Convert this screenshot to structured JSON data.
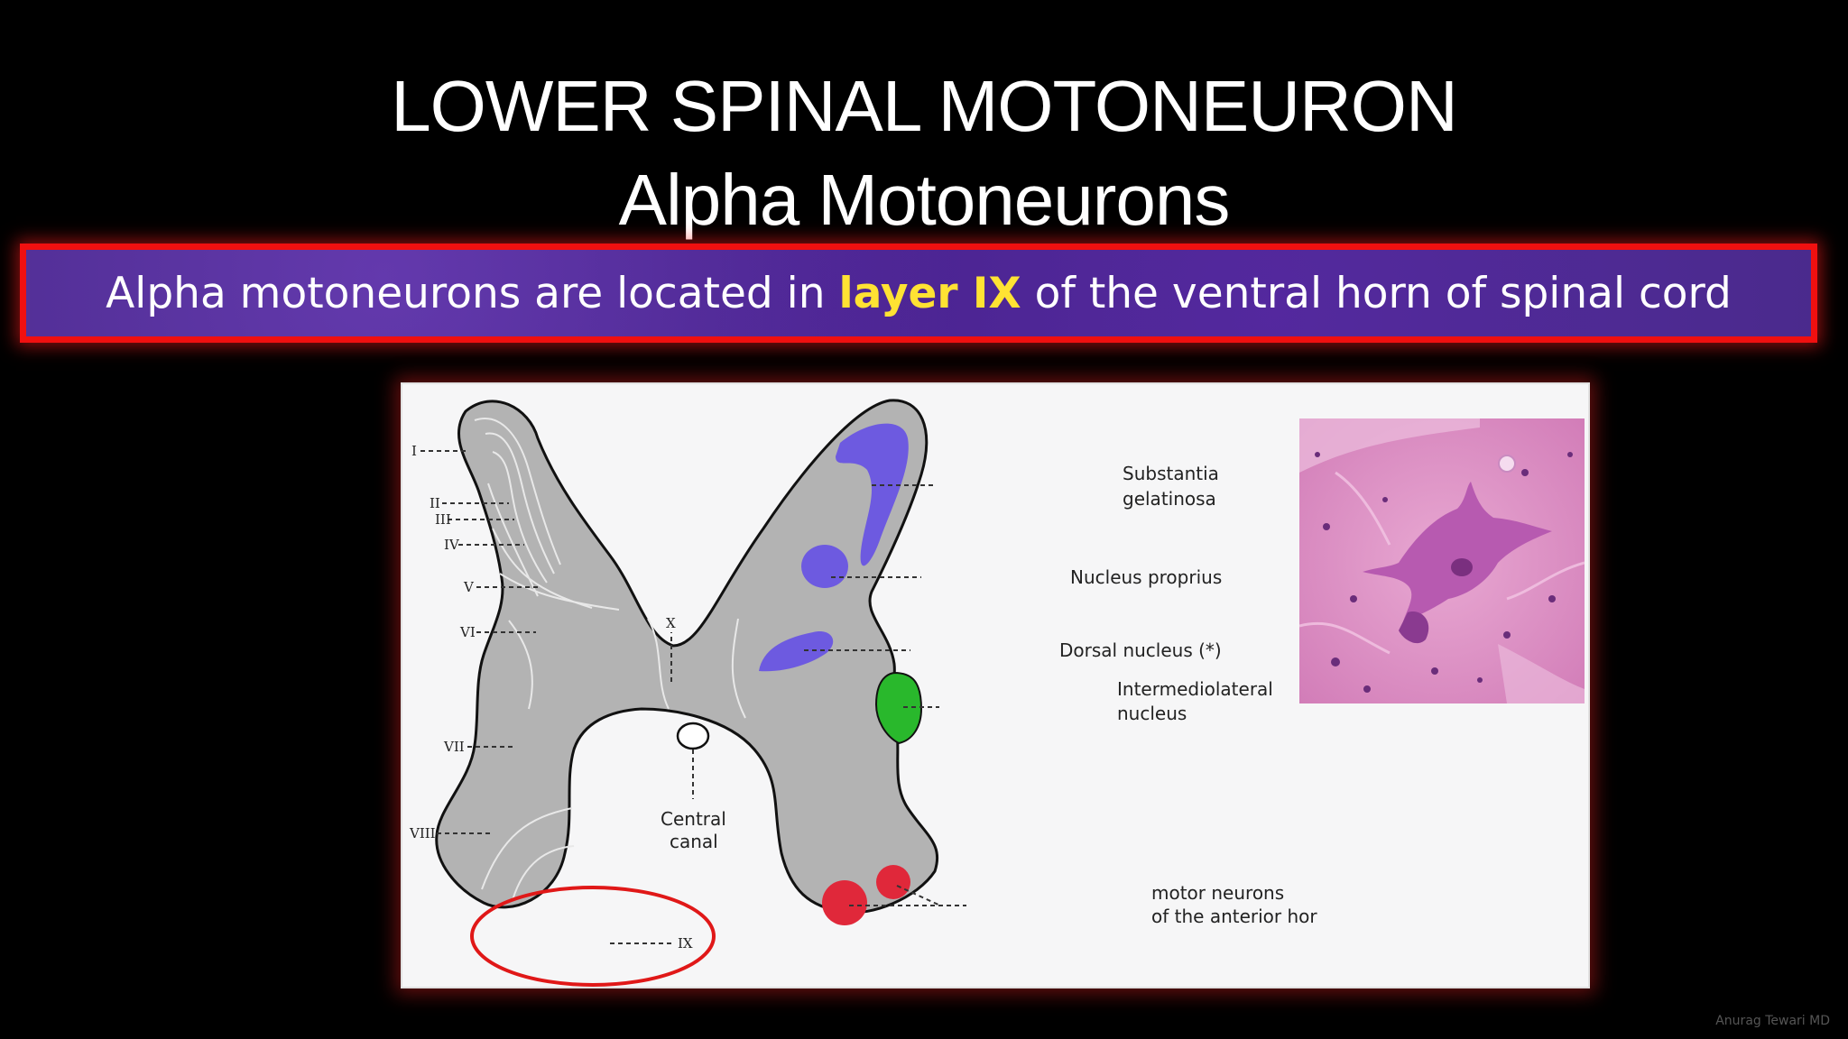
{
  "slide": {
    "title": "LOWER SPINAL MOTONEURON",
    "subtitle": "Alpha Motoneurons",
    "banner": {
      "prefix": "Alpha motoneurons are located in ",
      "highlight": "layer IX",
      "suffix": " of the ventral horn of spinal cord"
    },
    "watermark": "Anurag Tewari MD"
  },
  "diagram": {
    "laminae": [
      "I",
      "II",
      "III",
      "IV",
      "V",
      "VI",
      "VII",
      "VIII",
      "IX",
      "X"
    ],
    "labels": {
      "substantia_line1": "Substantia",
      "substantia_line2": "gelatinosa",
      "nucleus_proprius": "Nucleus proprius",
      "dorsal_nucleus": "Dorsal nucleus (*)",
      "intermediolateral_line1": "Intermediolateral",
      "intermediolateral_line2": "nucleus",
      "central_line1": "Central",
      "central_line2": "canal",
      "motor_line1": "motor neurons",
      "motor_line2": "of the anterior hor"
    },
    "colors": {
      "gray_matter": "#b3b3b3",
      "nuclei_blue": "#6d5ae0",
      "intermediolateral_green": "#29b82c",
      "motor_red": "#e0283a",
      "highlight_ring": "#e01818"
    }
  }
}
